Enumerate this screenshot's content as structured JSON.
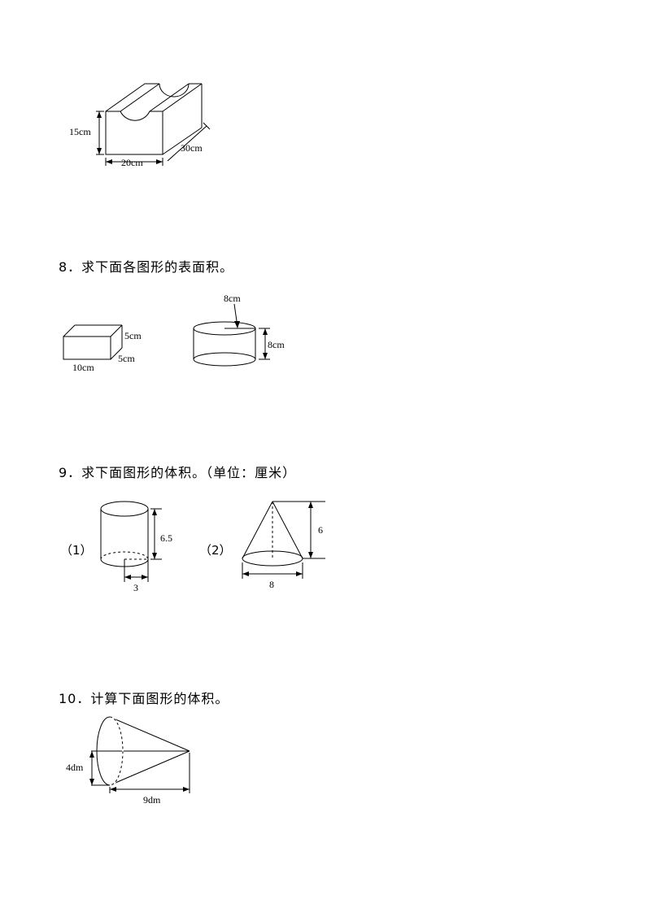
{
  "fig7": {
    "height": "15cm",
    "width": "20cm",
    "depth": "30cm"
  },
  "q8": {
    "title": "8．求下面各图形的表面积。",
    "box": {
      "height": "5cm",
      "depth": "5cm",
      "length": "10cm"
    },
    "cylinder": {
      "diameter": "8cm",
      "height": "8cm"
    }
  },
  "q9": {
    "title": "9．求下面图形的体积。（单位：厘米）",
    "label1": "（1）",
    "label2": "（2）",
    "cylinder": {
      "height": "6.5",
      "radius": "3"
    },
    "cone": {
      "height": "6",
      "diameter": "8"
    }
  },
  "q10": {
    "title": "10．计算下面图形的体积。",
    "cone": {
      "radius": "4dm",
      "height": "9dm"
    }
  }
}
